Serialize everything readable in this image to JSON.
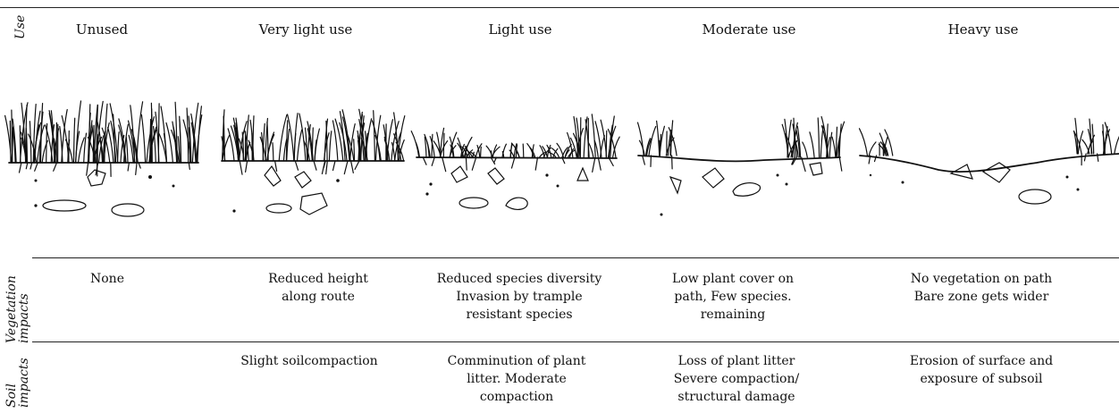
{
  "row_labels": {
    "use": "Use",
    "vegetation": [
      "Vegetation",
      "impacts"
    ],
    "soil": [
      "Soil",
      "impacts"
    ]
  },
  "columns": [
    {
      "heading": "Unused",
      "vegetation": [
        "None"
      ],
      "soil": []
    },
    {
      "heading": "Very light use",
      "vegetation": [
        "Reduced height",
        "along route"
      ],
      "soil": [
        "Slight soilcompaction"
      ]
    },
    {
      "heading": "Light use",
      "vegetation": [
        "Reduced species diversity",
        "Invasion by trample",
        "resistant species"
      ],
      "soil": [
        "Comminution of plant",
        "litter. Moderate",
        "compaction"
      ]
    },
    {
      "heading": "Moderate use",
      "vegetation": [
        "Low plant cover on",
        "path, Few species.",
        "remaining"
      ],
      "soil": [
        "Loss of plant litter",
        "Severe compaction/",
        "structural damage"
      ]
    },
    {
      "heading": "Heavy use",
      "vegetation": [
        "No vegetation on path",
        "Bare zone gets wider"
      ],
      "soil": [
        "Erosion of surface and",
        "exposure of subsoil"
      ]
    }
  ]
}
